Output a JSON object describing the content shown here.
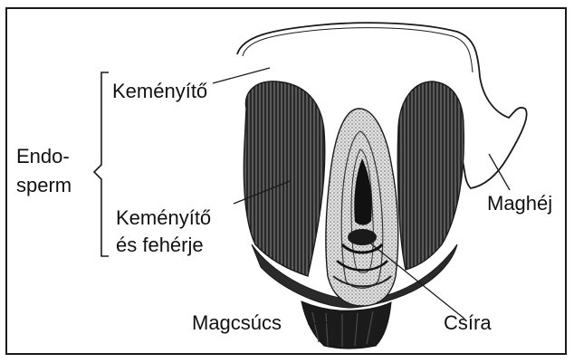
{
  "diagram": {
    "labels": {
      "endosperm_line1": "Endo-",
      "endosperm_line2": "sperm",
      "starch": "Keményítő",
      "starch_protein_line1": "Keményítő",
      "starch_protein_line2": "és fehérje",
      "seed_coat": "Maghéj",
      "seed_tip": "Magcsúcs",
      "germ": "Csíra"
    },
    "colors": {
      "ink": "#111111",
      "dark_band": "#3a3a3a",
      "stipple": "#cfcfcf"
    }
  }
}
